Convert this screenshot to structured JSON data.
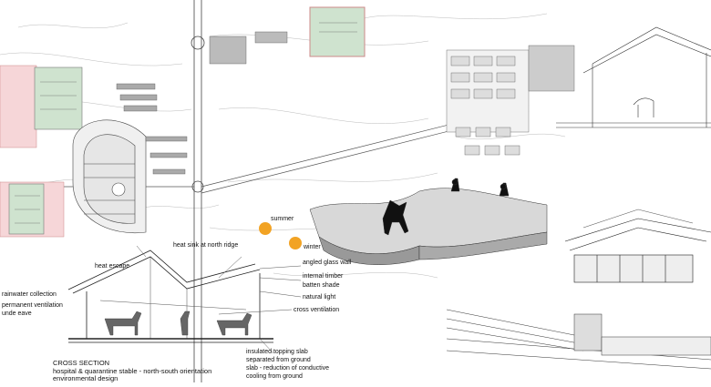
{
  "labels": {
    "summer": "summer",
    "winter": "winter",
    "heat_sink": "heat sink at north ridge",
    "angled_glass": "angled glass wall",
    "heat_escape": "heat escape",
    "internal_timber_1": "internal timber",
    "internal_timber_2": "batten shade",
    "natural_light": "natural light",
    "rainwater": "rainwater collection",
    "permanent_vent_1": "permanent ventilation",
    "permanent_vent_2": "unde eave",
    "cross_vent": "cross ventilation",
    "section_title_1": "CROSS SECTION",
    "section_title_2": "hospital & quarantine stable - north-south orientation",
    "section_title_3": "environmental design",
    "slab_1": "insulated topping slab",
    "slab_2": "separated from ground",
    "slab_3": "slab - reduction of conductive",
    "slab_4": "cooling from ground"
  },
  "colors": {
    "sun": "#f2a324",
    "paddock_green": "#cfe3cf",
    "paddock_pink": "#f6d6d8",
    "line": "#333333"
  }
}
